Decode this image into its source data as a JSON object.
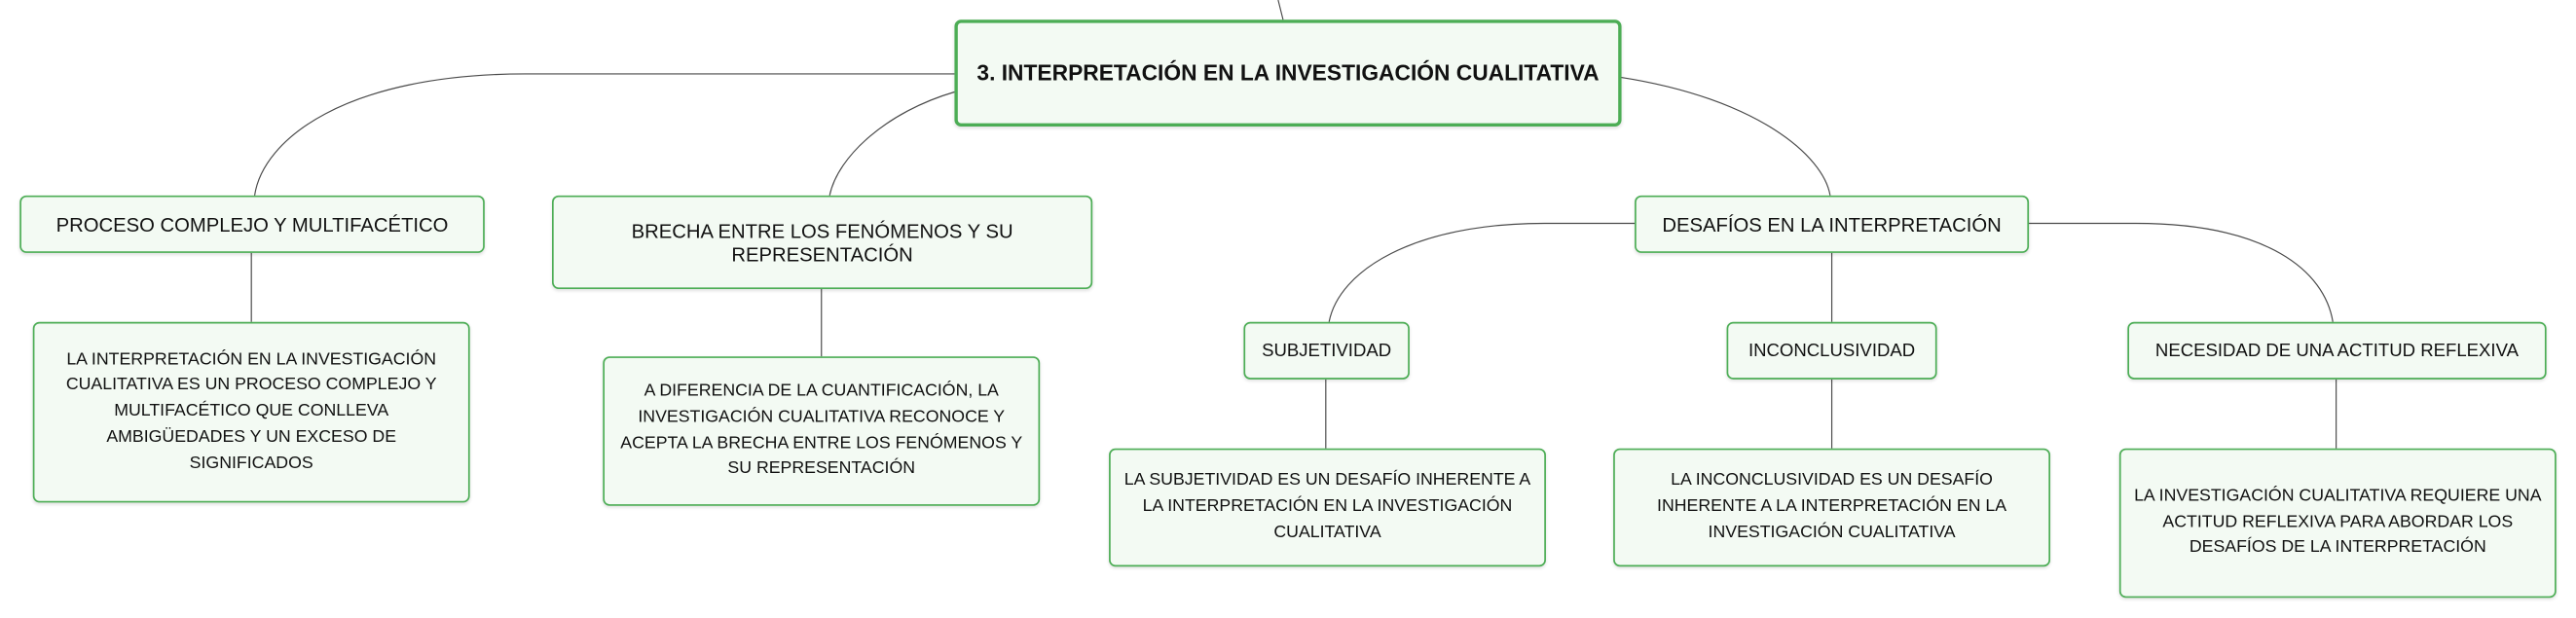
{
  "colors": {
    "node_border": "#4cad55",
    "node_fill": "#f3faf3",
    "connector": "#4a4a4a",
    "text": "#111111"
  },
  "root": {
    "label": "3. INTERPRETACIÓN EN LA INVESTIGACIÓN CUALITATIVA"
  },
  "branches": [
    {
      "label": "PROCESO COMPLEJO Y MULTIFACÉTICO",
      "detail": "LA INTERPRETACIÓN EN LA INVESTIGACIÓN CUALITATIVA ES UN PROCESO COMPLEJO Y MULTIFACÉTICO QUE CONLLEVA AMBIGÜEDADES Y UN EXCESO DE SIGNIFICADOS"
    },
    {
      "label": "BRECHA ENTRE LOS FENÓMENOS Y SU REPRESENTACIÓN",
      "detail": "A DIFERENCIA DE LA CUANTIFICACIÓN, LA INVESTIGACIÓN CUALITATIVA RECONOCE Y ACEPTA LA BRECHA ENTRE LOS FENÓMENOS Y SU REPRESENTACIÓN"
    },
    {
      "label": "DESAFÍOS EN LA INTERPRETACIÓN",
      "children": [
        {
          "label": "SUBJETIVIDAD",
          "detail": "LA SUBJETIVIDAD ES UN DESAFÍO INHERENTE A LA INTERPRETACIÓN EN LA INVESTIGACIÓN CUALITATIVA"
        },
        {
          "label": "INCONCLUSIVIDAD",
          "detail": "LA INCONCLUSIVIDAD ES UN DESAFÍO INHERENTE A LA INTERPRETACIÓN EN LA INVESTIGACIÓN CUALITATIVA"
        },
        {
          "label": "NECESIDAD DE UNA ACTITUD REFLEXIVA",
          "detail": "LA INVESTIGACIÓN CUALITATIVA REQUIERE UNA ACTITUD REFLEXIVA PARA ABORDAR LOS DESAFÍOS DE LA INTERPRETACIÓN"
        }
      ]
    }
  ]
}
